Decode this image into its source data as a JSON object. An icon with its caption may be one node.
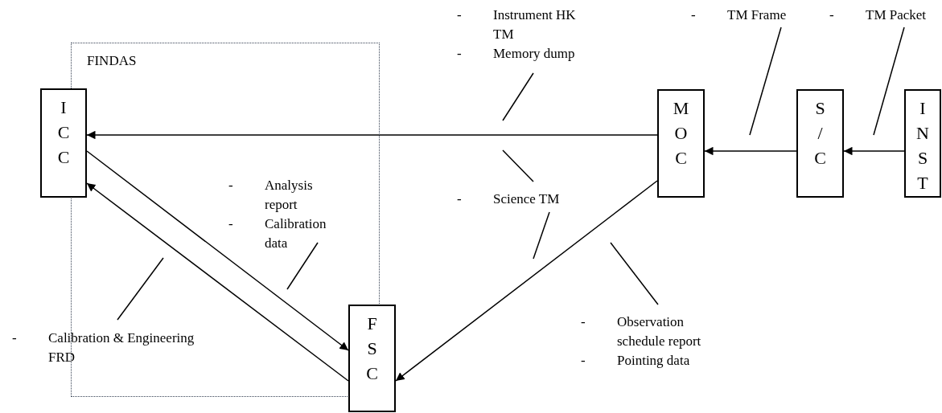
{
  "diagram": {
    "nodes": [
      {
        "text": [
          "FINDAS"
        ]
      },
      {
        "text": [
          "I C C"
        ]
      },
      {
        "text": [
          "F S C"
        ]
      },
      {
        "text": [
          "M O C"
        ]
      },
      {
        "text": [
          "S / C"
        ]
      },
      {
        "text": [
          "I N S T"
        ]
      },
      {
        "text": [
          "-",
          "Instrument HK TM",
          "-",
          "Memory dump"
        ]
      },
      {
        "text": [
          "-",
          "TM Frame"
        ]
      },
      {
        "text": [
          "-",
          "TM Packet"
        ]
      },
      {
        "text": [
          "-",
          "Science TM"
        ]
      },
      {
        "text": [
          "-",
          "Observation schedule report",
          "-",
          "Pointing data"
        ]
      },
      {
        "text": [
          "-",
          "Analysis report",
          "-",
          "Calibration data"
        ],
        "in": 0
      },
      {
        "text": [
          "-",
          "Calibration & Engineering FRD"
        ]
      }
    ],
    "edges": [
      {
        "from": 3,
        "to": 1,
        "arrow": "to"
      },
      {
        "from": 4,
        "to": 3,
        "arrow": "to"
      },
      {
        "from": 5,
        "to": 4,
        "arrow": "to"
      },
      {
        "from": 3,
        "to": 2,
        "arrow": "to"
      },
      {
        "from": 1,
        "to": 2,
        "arrow": "to"
      },
      {
        "from": 2,
        "to": 1,
        "arrow": "to"
      },
      {
        "from": 6,
        "to": null,
        "arrow": "none"
      },
      {
        "from": 9,
        "to": null,
        "arrow": "none"
      },
      {
        "from": 9,
        "to": null,
        "arrow": "none"
      },
      {
        "from": 10,
        "to": null,
        "arrow": "none"
      },
      {
        "from": 7,
        "to": null,
        "arrow": "none"
      },
      {
        "from": 8,
        "to": null,
        "arrow": "none"
      },
      {
        "from": 11,
        "to": null,
        "arrow": "none"
      },
      {
        "from": 12,
        "to": null,
        "arrow": "none"
      }
    ]
  }
}
